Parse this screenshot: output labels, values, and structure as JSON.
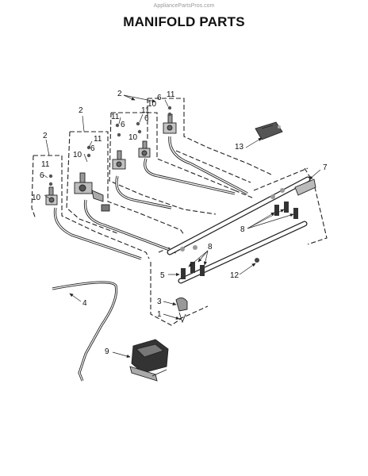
{
  "watermark": "AppliancePartsPros.com",
  "title": "MANIFOLD PARTS",
  "callouts": {
    "c2a": "2",
    "c2b": "2",
    "c2c": "2",
    "c6a": "6",
    "c6b": "6",
    "c6c": "6",
    "c6d": "6",
    "c6e": "6",
    "c10a": "10",
    "c10b": "10",
    "c10c": "10",
    "c10d": "10",
    "c11a": "11",
    "c11b": "11",
    "c11c": "11",
    "c11d": "11",
    "c11e": "11",
    "c13": "13",
    "c7": "7",
    "c8a": "8",
    "c8b": "8",
    "c5": "5",
    "c12": "12",
    "c3": "3",
    "c1": "1",
    "c4": "4",
    "c9": "9"
  }
}
